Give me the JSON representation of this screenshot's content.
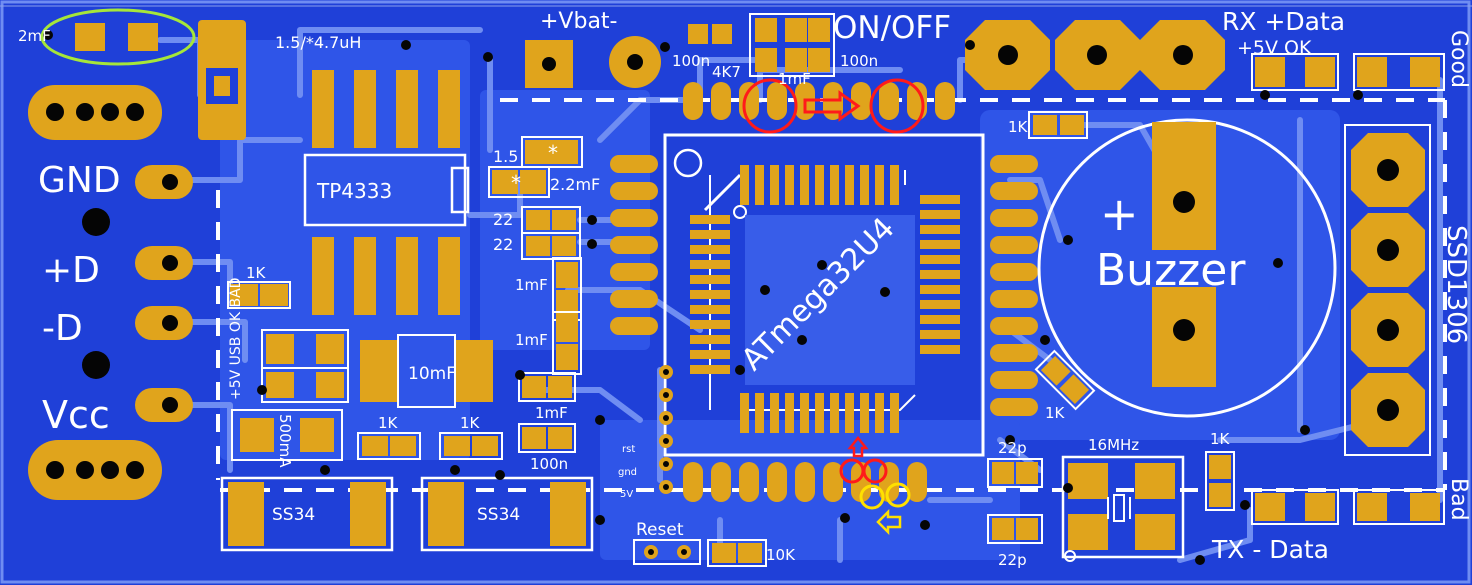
{
  "board": {
    "colors": {
      "substrate": "#1f40d8",
      "copper_fill": "#2f55e8",
      "trace": "#6f8df2",
      "pad": "#e0a41c",
      "drill": "#050505",
      "silk": "#ffffff",
      "marker_red": "#ff1a1a",
      "marker_yellow": "#ffe000",
      "marker_green": "#a6e63a"
    },
    "labels": {
      "cap_2mf": "2mF",
      "inductor": "1.5/*4.7uH",
      "vbat": "+Vbat-",
      "on_off": "ON/OFF",
      "rx_data": "RX +Data",
      "plus5v_ok": "+5V OK",
      "good": "Good",
      "gnd": "GND",
      "plus_d": "+D",
      "minus_d": "-D",
      "vcc": "Vcc",
      "chip_tp": "TP4333",
      "r_1k_left": "1K",
      "usb_status": "+5V USB OK BAD",
      "cap_10mf": "10mF",
      "fuse": "500mA",
      "r_1k_a": "1K",
      "r_1k_b": "1K",
      "diode_1": "SS34",
      "diode_2": "SS34",
      "cap_100n_a": "100n",
      "r_4k7": "4K7",
      "cap_1mf_top": "1mF",
      "cap_100n_b": "100n",
      "v_1_5": "1.5",
      "v_2_2mf": "2.2mF",
      "r_22_a": "22",
      "r_22_b": "22",
      "cap_1mf_a": "1mF",
      "cap_1mf_b": "1mF",
      "cap_1mf_c": "1mF",
      "cap_100n_c": "100n",
      "mcu": "ATmega32U4",
      "reset": "Reset",
      "r_10k": "10K",
      "r_1k_c": "1K",
      "r_1k_d": "1K",
      "r_1k_e": "1K",
      "cap_22p_a": "22p",
      "cap_22p_b": "22p",
      "crystal": "16MHz",
      "buzzer": "Buzzer",
      "buzzer_plus": "+",
      "display": "SSD1306",
      "bad": "Bad",
      "tx_data": "TX - Data",
      "rst": "rst",
      "gnd_small": "gnd",
      "v5_small": "5V"
    }
  }
}
